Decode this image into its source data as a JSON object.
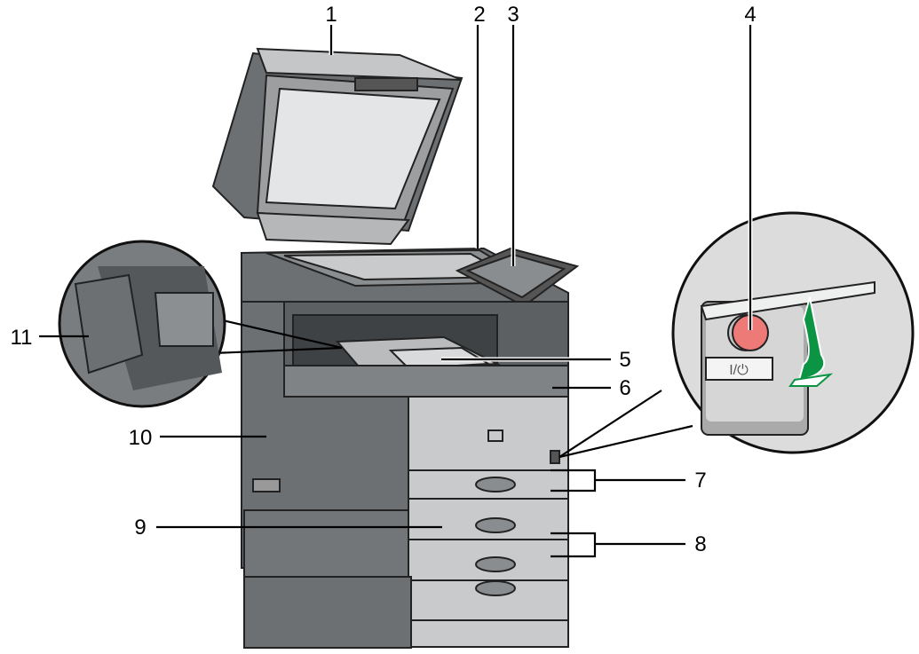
{
  "callouts": {
    "c1": "1",
    "c2": "2",
    "c3": "3",
    "c4": "4",
    "c5": "5",
    "c6": "6",
    "c7": "7",
    "c8": "8",
    "c9": "9",
    "c10": "10",
    "c11": "11"
  },
  "power_switch_label": "I/⏻",
  "colors": {
    "body_dark": "#6d7073",
    "body_light": "#c9cacb",
    "power_button": "#ee7a78",
    "arrow": "#0b9444"
  }
}
